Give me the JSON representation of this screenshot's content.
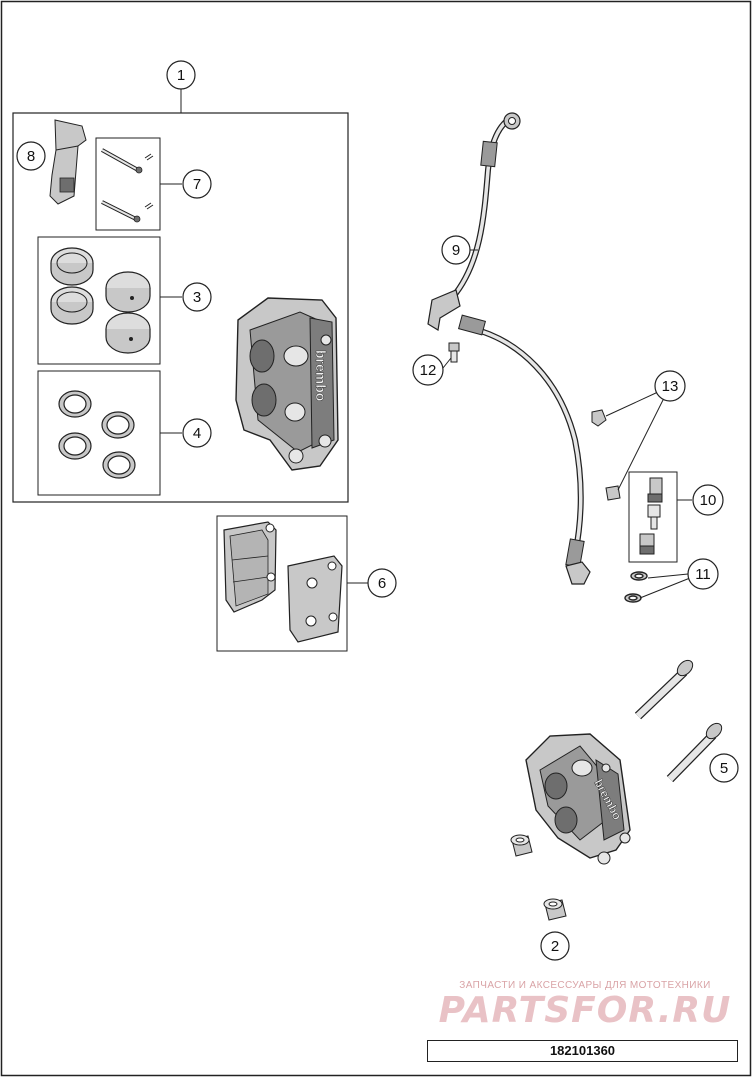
{
  "diagram": {
    "callouts": {
      "c1": "1",
      "c2": "2",
      "c3": "3",
      "c4": "4",
      "c5": "5",
      "c6": "6",
      "c7": "7",
      "c8": "8",
      "c9": "9",
      "c10": "10",
      "c11": "11",
      "c12": "12",
      "c13": "13"
    },
    "caliper_brand": "brembo",
    "colors": {
      "line": "#222222",
      "part_fill": "#c8c8c8",
      "part_dark": "#6e6e6e",
      "watermark": "#e3b3b8"
    }
  },
  "watermark": {
    "subtitle": "ЗАПЧАСТИ И АКСЕССУАРЫ ДЛЯ МОТОТЕХНИКИ",
    "brand": "PARTSFOR.RU"
  },
  "part_number": "182101360"
}
